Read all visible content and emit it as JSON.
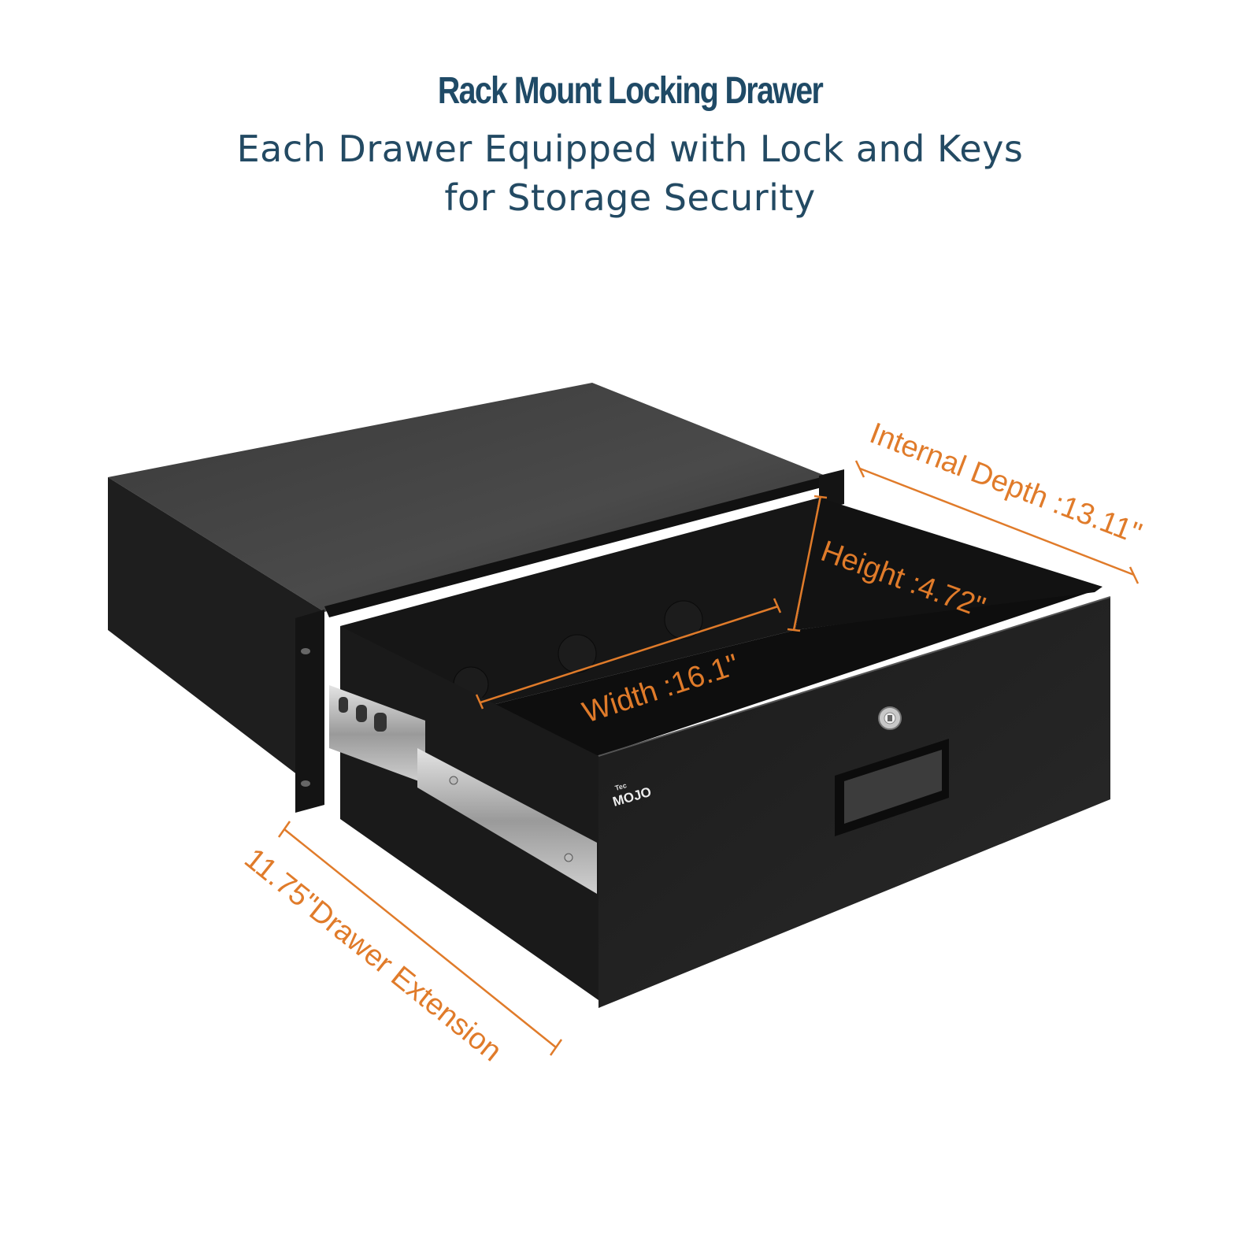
{
  "header": {
    "title": "Rack Mount Locking Drawer",
    "subtitle_line1": "Each Drawer Equipped with Lock and Keys",
    "subtitle_line2": "for Storage Security"
  },
  "product": {
    "name": "Rack Mount Locking Drawer",
    "brand_badge_top": "Tec",
    "brand_badge_main": "MOJO"
  },
  "dimensions": {
    "internal_depth": "Internal Depth :13.11\"",
    "height": "Height :4.72\"",
    "width": "Width :16.1\"",
    "drawer_extension": "11.75\"Drawer Extension"
  },
  "colors": {
    "title": "#1f4a66",
    "dimension_accent": "#e07b2a",
    "drawer_body": "#1a1a1a"
  }
}
